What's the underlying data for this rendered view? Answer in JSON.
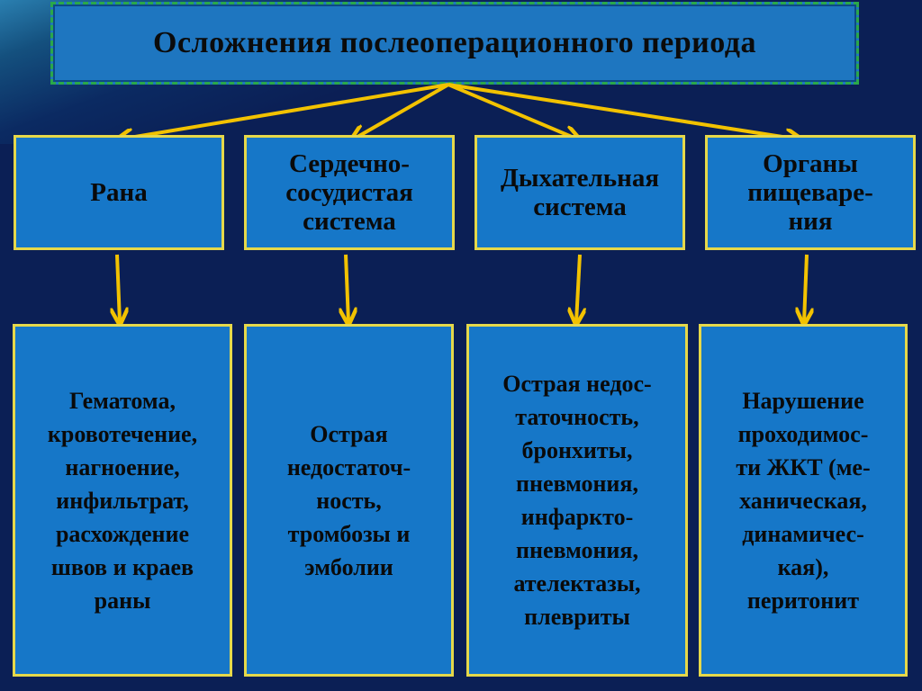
{
  "title": "Осложнения послеоперационного периода",
  "categories": [
    {
      "heading": "Рана",
      "details": "Гематома,\nкровотечение,\nнагноение,\nинфильтрат,\nрасхождение\nшвов и краев\nраны"
    },
    {
      "heading": "Сердечно-\nсосудистая\nсистема",
      "details": "Острая\nнедостаточ-\nность,\nтромбозы и\nэмболии"
    },
    {
      "heading": "Дыхательная\nсистема",
      "details": "Острая недос-\nтаточность,\nбронхиты,\nпневмония,\nинфаркто-\nпневмония,\nателектазы,\nплевриты"
    },
    {
      "heading": "Органы\nпищеваре-\nния",
      "details": "Нарушение\nпроходимос-\nти  ЖКТ (ме-\nханическая,\nдинамичес-\nкая),\nперитонит"
    }
  ],
  "colors": {
    "background": "#0b1f55",
    "box_fill": "#1677c8",
    "box_border": "#e6d84a",
    "arrow": "#f2c200",
    "title_border": "#2aa84a"
  }
}
